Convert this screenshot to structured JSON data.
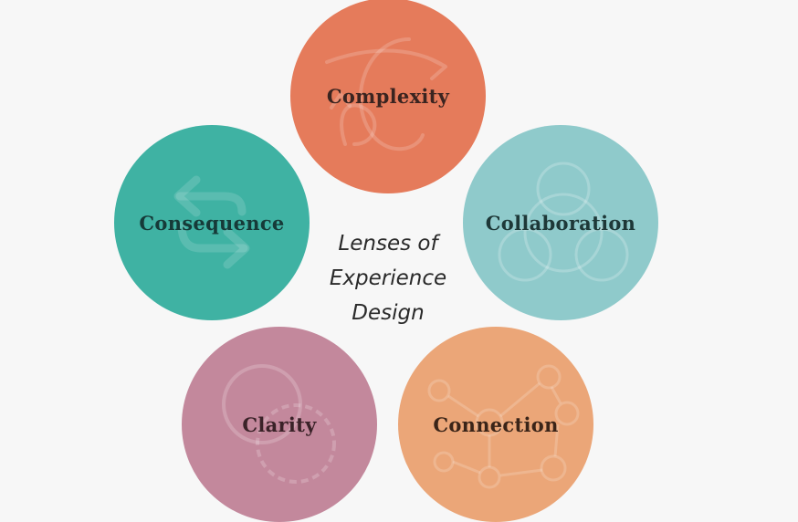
{
  "title": {
    "line1": "Lenses of",
    "line2": "Experience",
    "line3": "Design"
  },
  "lenses": [
    {
      "label": "Complexity",
      "color": "#e57b5b",
      "text_color": "#3a2420",
      "icon": "tangled-arrows-icon"
    },
    {
      "label": "Consequence",
      "color": "#3fb2a3",
      "text_color": "#163a38",
      "icon": "cycle-arrows-icon"
    },
    {
      "label": "Collaboration",
      "color": "#8fcacb",
      "text_color": "#1e3838",
      "icon": "three-circles-icon"
    },
    {
      "label": "Clarity",
      "color": "#c3889c",
      "text_color": "#3a2228",
      "icon": "overlapping-circles-icon"
    },
    {
      "label": "Connection",
      "color": "#eba678",
      "text_color": "#3a2418",
      "icon": "network-nodes-icon"
    }
  ]
}
